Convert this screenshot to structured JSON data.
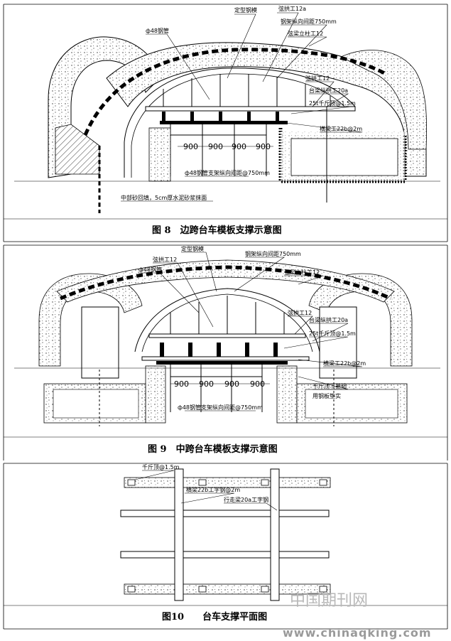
{
  "fig8": {
    "caption": "图 8　边跨台车模板支撑示意图",
    "labels": {
      "fixed_steel_form": "定型钢模",
      "arch_i12a": "弦拱工12a",
      "steel_frame_spacing": "钢架纵向间距750mm",
      "column_i12": "弦梁立柱工12",
      "pipe48": "ф48钢管",
      "arch_i12": "弦拱工12",
      "longitudinal_i20a": "台梁纵拱工20a",
      "jack": "25t千斤顶@1.5m",
      "cross_beam": "横梁工22b@2m",
      "support_pipe": "ф48钢管支架纵向间距@750mm",
      "backfill": "中部砂回填，5cm厚水泥砂浆抹面",
      "dims": [
        "900",
        "900",
        "900",
        "900"
      ]
    }
  },
  "fig9": {
    "caption": "图 9　中跨台车模板支撑示意图",
    "labels": {
      "fixed_steel_form": "定型钢模",
      "arch_i12": "弦拱工12",
      "steel_frame_spacing": "钢架纵向间距750mm",
      "pipe48": "ф48钢管",
      "column_i12": "弦梁立柱工12",
      "arch_i12_b": "弦拱工12",
      "longitudinal_i20a": "台梁纵拱工20a",
      "jack": "25t千斤顶@1.5m",
      "cross_beam": "横梁工22b@2m",
      "jack_base_1": "千斤顶下基础",
      "jack_base_2": "用钢板垫实",
      "support_pipe": "ф48钢管支架纵向间距@750mm",
      "dims": [
        "900",
        "900",
        "900",
        "900"
      ]
    }
  },
  "fig10": {
    "caption": "图10　　台车支撑平面图",
    "labels": {
      "jack": "千斤顶@1.5m",
      "cross_beam": "横梁22b工字钢@2m",
      "longitudinal": "行走梁20a工字钢"
    }
  },
  "watermark": "中国期刊网",
  "url": "www.chinaqking.com"
}
